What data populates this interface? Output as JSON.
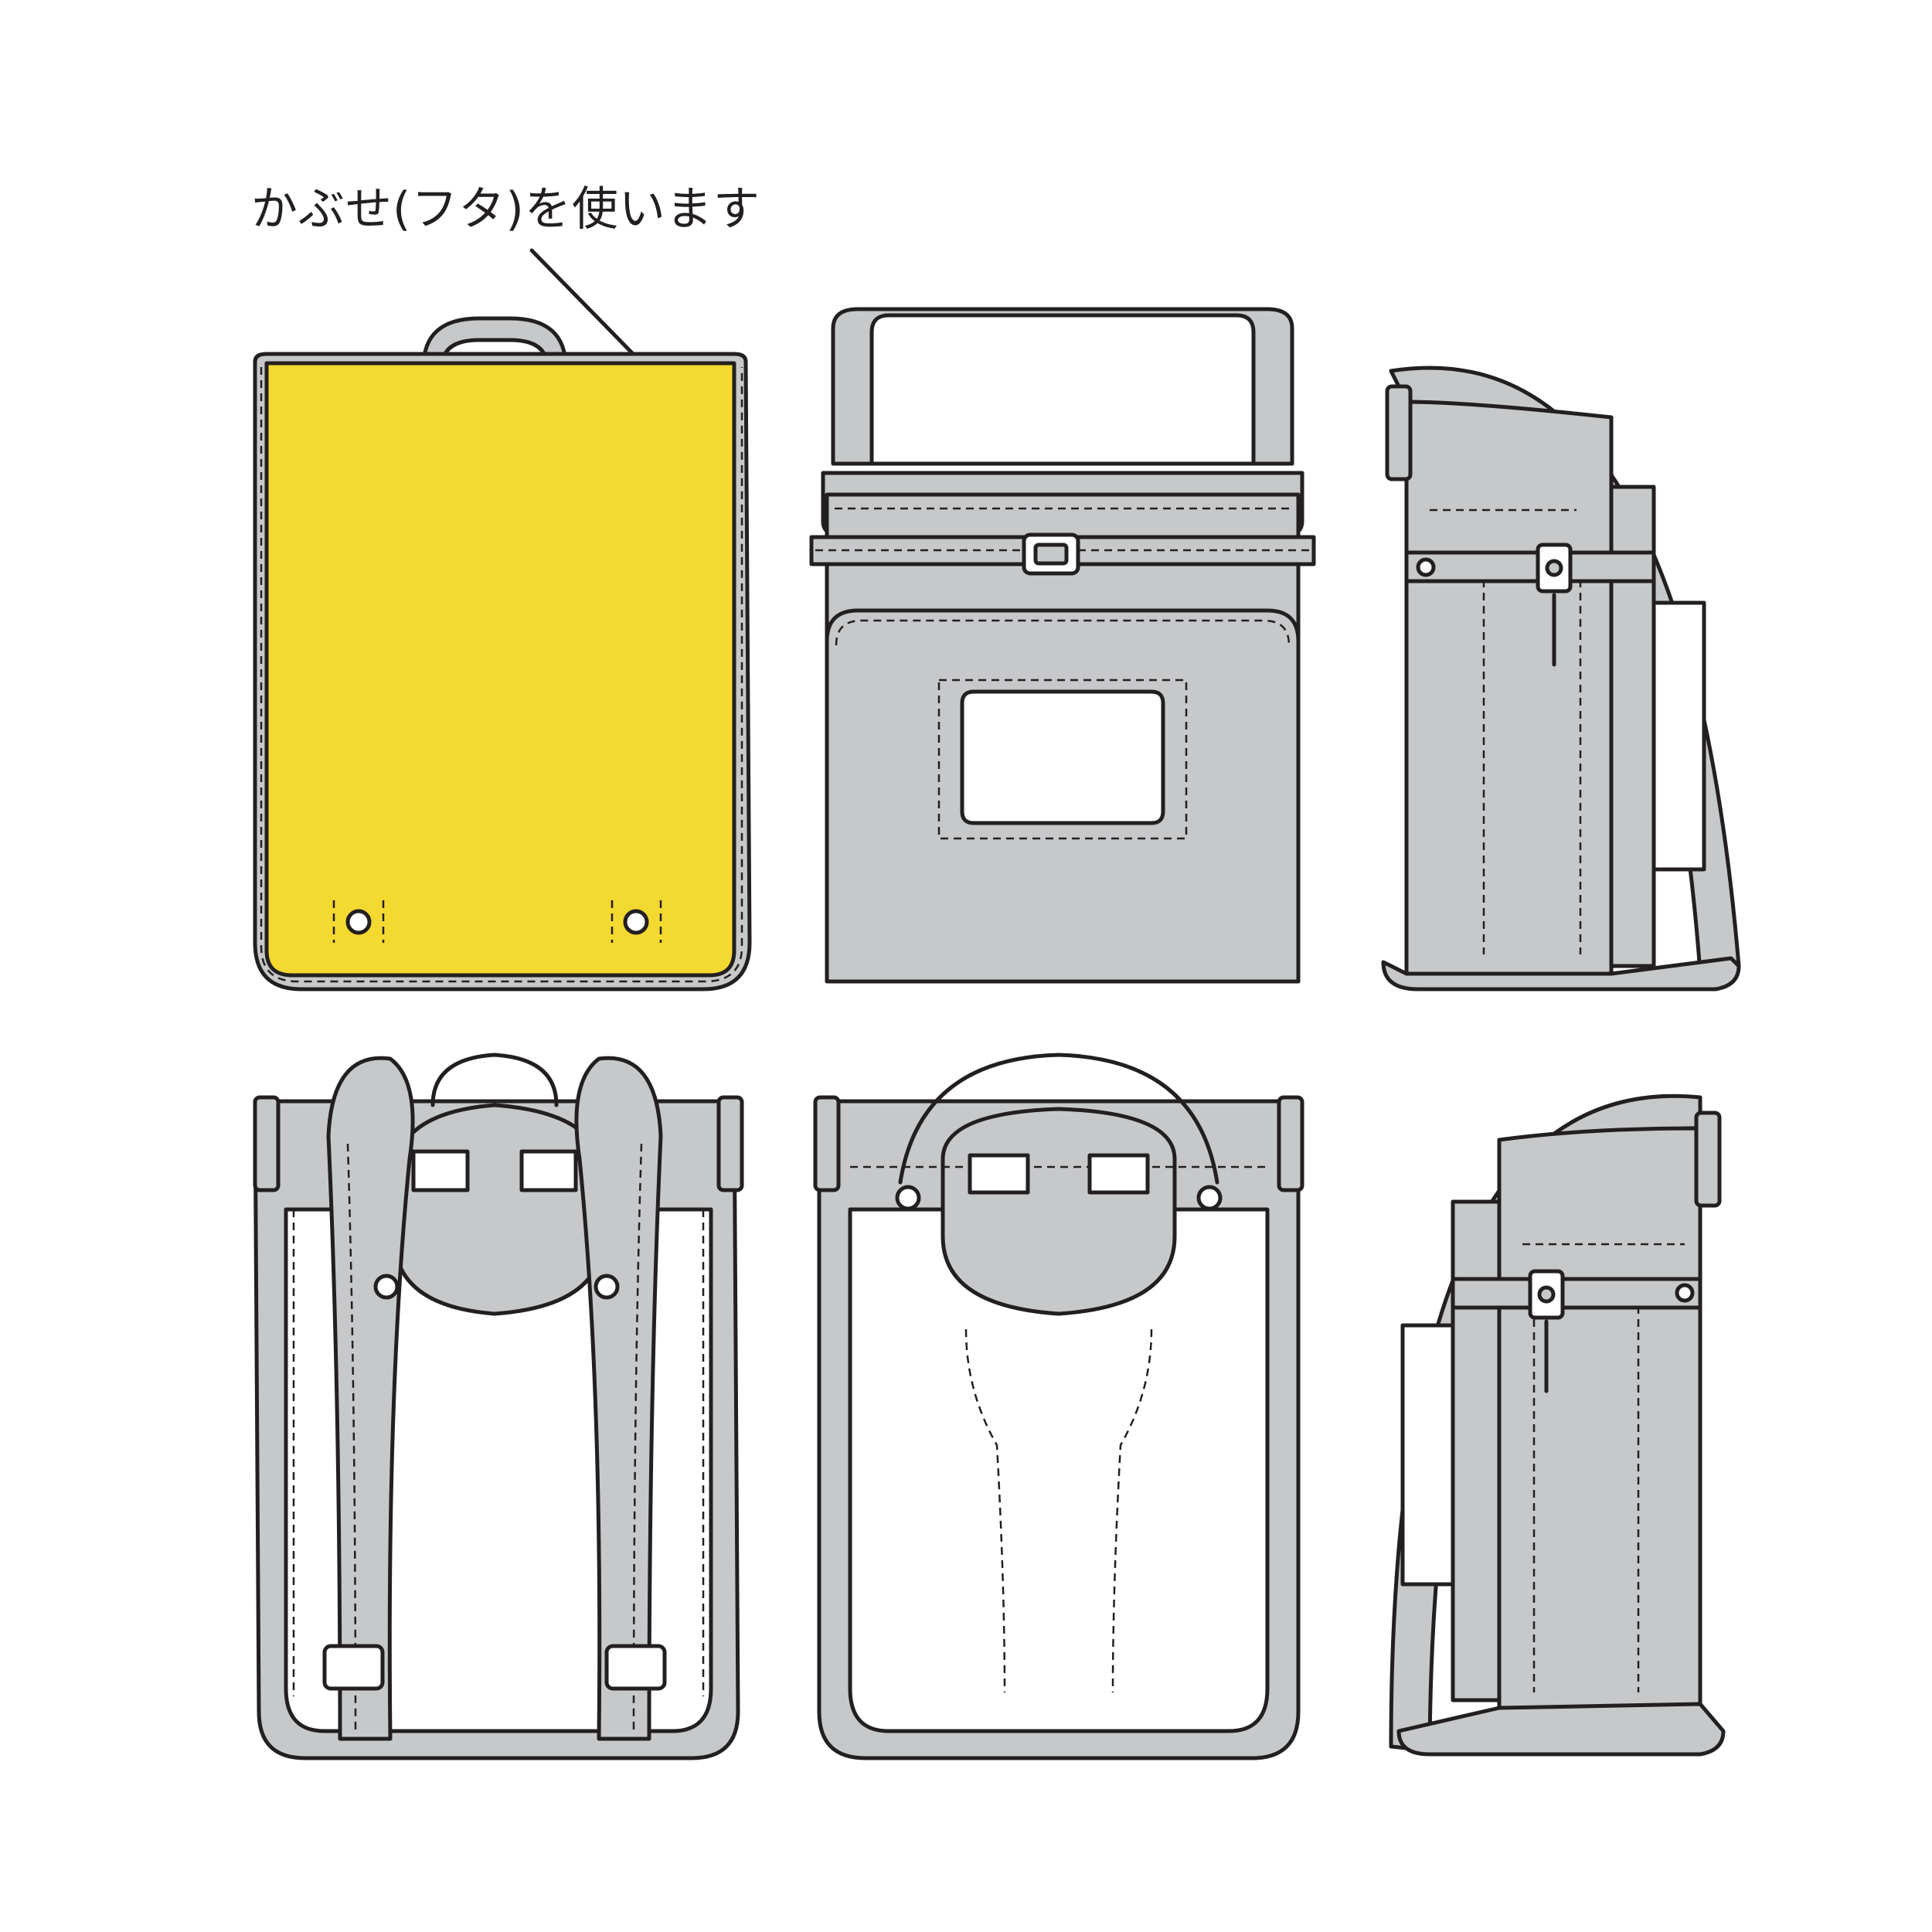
{
  "callout": {
    "label": "かぶせ(フタ)を使います"
  },
  "colors": {
    "highlight": "#f3d930",
    "body_gray": "#c7c8ca",
    "outline": "#231f20",
    "background": "#ffffff"
  },
  "views": [
    {
      "id": "front-view",
      "highlighted": true
    },
    {
      "id": "front-open-view",
      "highlighted": false
    },
    {
      "id": "side-view-right",
      "highlighted": false
    },
    {
      "id": "back-view",
      "highlighted": false
    },
    {
      "id": "back-view-no-straps",
      "highlighted": false
    },
    {
      "id": "side-view-left",
      "highlighted": false
    }
  ],
  "icons": [
    "flap-part",
    "buckle-icon",
    "clasp-icon",
    "rivet-icon",
    "handle-icon"
  ]
}
